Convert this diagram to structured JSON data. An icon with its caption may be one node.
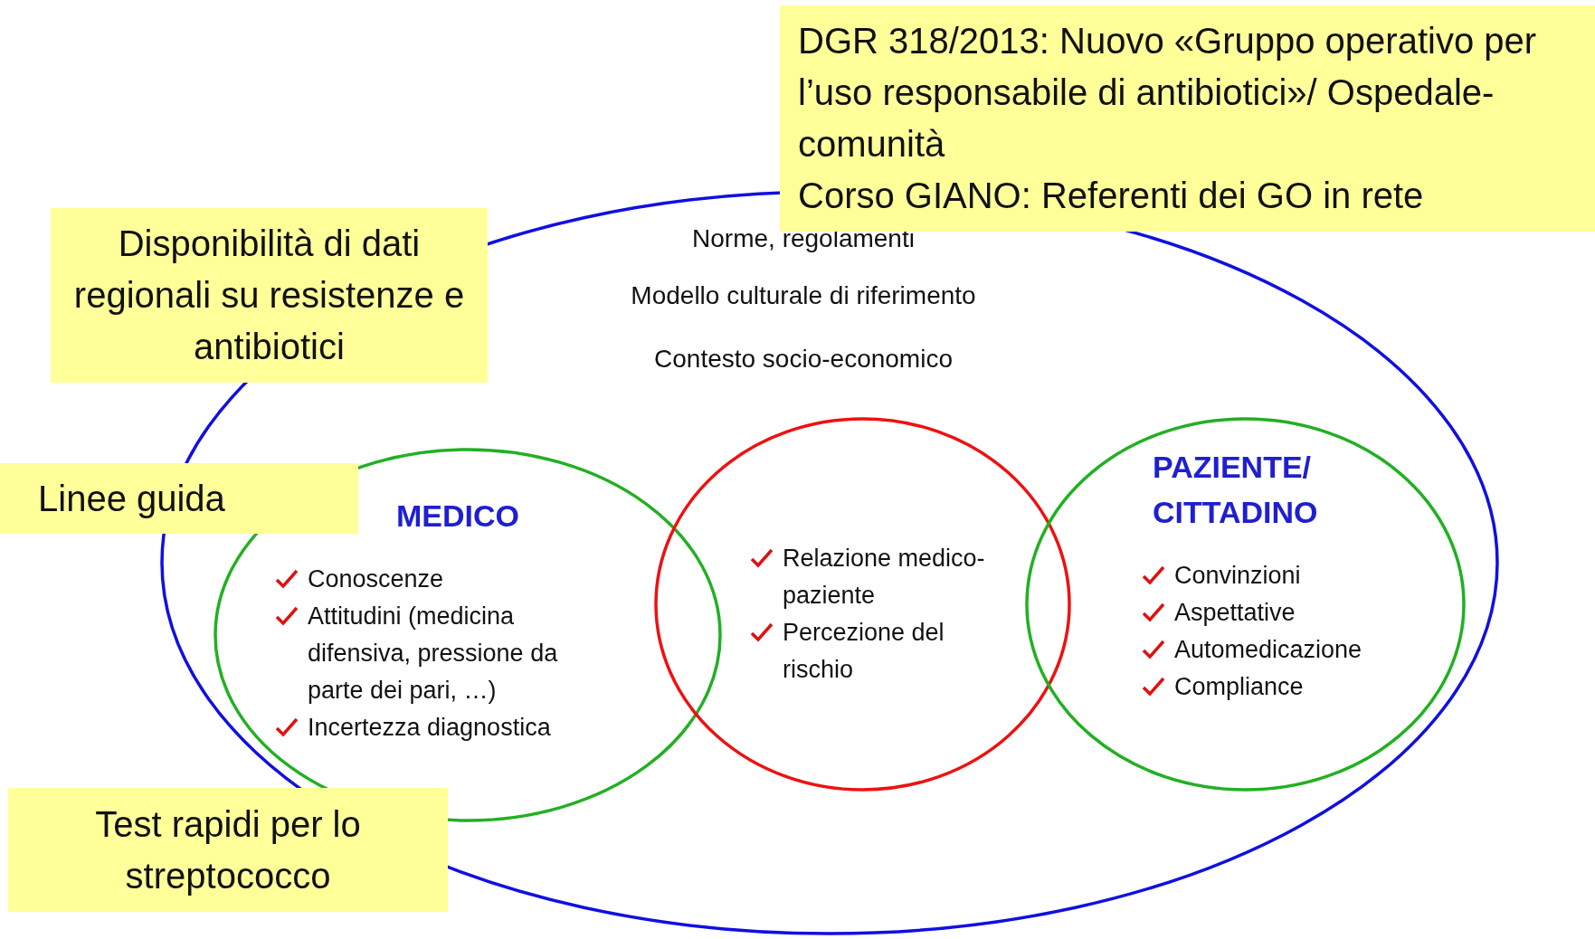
{
  "diagram": {
    "nodes": [
      {
        "text": [
          "Norme, regolamenti",
          "Modello culturale di riferimento",
          "Contesto socio-economico"
        ]
      },
      {
        "text": [
          "MEDICO",
          "Conoscenze",
          "Attitudini (medicina difensiva, pressione da parte dei pari, …)",
          "Incertezza diagnostica"
        ],
        "in": 0
      },
      {
        "text": [
          "Relazione medico-paziente",
          "Percezione del rischio"
        ],
        "in": 0
      },
      {
        "text": [
          "PAZIENTE/ CITTADINO",
          "Convinzioni",
          "Aspettative",
          "Automedicazione",
          "Compliance"
        ],
        "in": 0
      },
      {
        "text": [
          "DGR 318/2013: Nuovo «Gruppo operativo per l’uso responsabile di antibiotici»/ Ospedale-comunità",
          "Corso GIANO: Referenti dei GO in rete"
        ]
      },
      {
        "text": [
          "Disponibilità di dati regionali su resistenze e antibiotici"
        ]
      },
      {
        "text": [
          "Linee guida"
        ]
      },
      {
        "text": [
          "Test rapidi per lo streptococco"
        ]
      }
    ]
  }
}
